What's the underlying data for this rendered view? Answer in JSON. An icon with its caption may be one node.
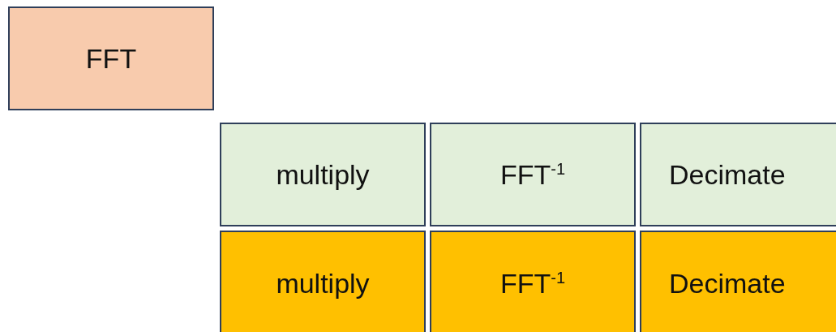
{
  "diagram": {
    "nodes": [
      {
        "text": [
          "FFT"
        ]
      },
      {
        "text": [
          "multiply"
        ]
      },
      {
        "text": [
          "FFT$^{-1}$"
        ]
      },
      {
        "text": [
          "Decimate"
        ]
      },
      {
        "text": [
          "multiply"
        ]
      },
      {
        "text": [
          "FFT$^{-1}$"
        ]
      },
      {
        "text": [
          "Decimate"
        ]
      }
    ]
  }
}
